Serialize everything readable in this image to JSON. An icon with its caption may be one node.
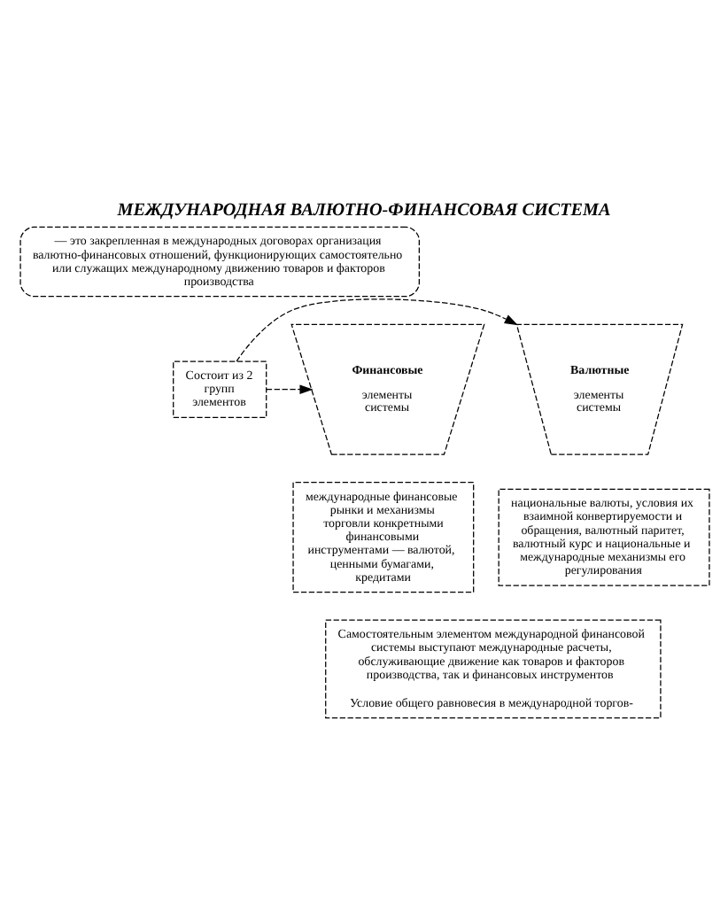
{
  "diagram": {
    "title": "МЕЖДУНАРОДНАЯ ВАЛЮТНО-ФИНАНСОВАЯ СИСТЕМА",
    "nodes": [
      {
        "text": [
          "— это закрепленная в международных договорах организация валютно-финансовых отношений, функционирующих самостоятельно или служащих международному движению товаров и факторов производства"
        ]
      },
      {
        "text": [
          "Состоит из 2 групп элементов"
        ]
      },
      {
        "text": [
          "Валютные",
          "элементы системы"
        ]
      },
      {
        "text": [
          "Финансовые",
          "элементы системы"
        ]
      },
      {
        "text": [
          "национальные валюты, условия их взаимной конвертируемости и обращения, валютный паритет, валютный курс и национальные и международные механизмы его регулирования"
        ]
      },
      {
        "text": [
          "международные финансовые рынки и механизмы торговли конкретными финансовыми инструментами — валютой, ценными бумагами, кредитами"
        ]
      },
      {
        "text": [
          "Самостоятельным элементом международной финансовой системы выступают международные расчеты, обслуживающие движение как товаров и факторов производства, так и финансовых инструментов",
          "Условие общего равновесия в международной торгов-"
        ]
      }
    ],
    "edges": [
      {
        "from": 1,
        "to": 2,
        "arrow": "to",
        "style": "dashed"
      },
      {
        "from": 1,
        "to": 3,
        "arrow": "to",
        "style": "dashed"
      }
    ]
  }
}
